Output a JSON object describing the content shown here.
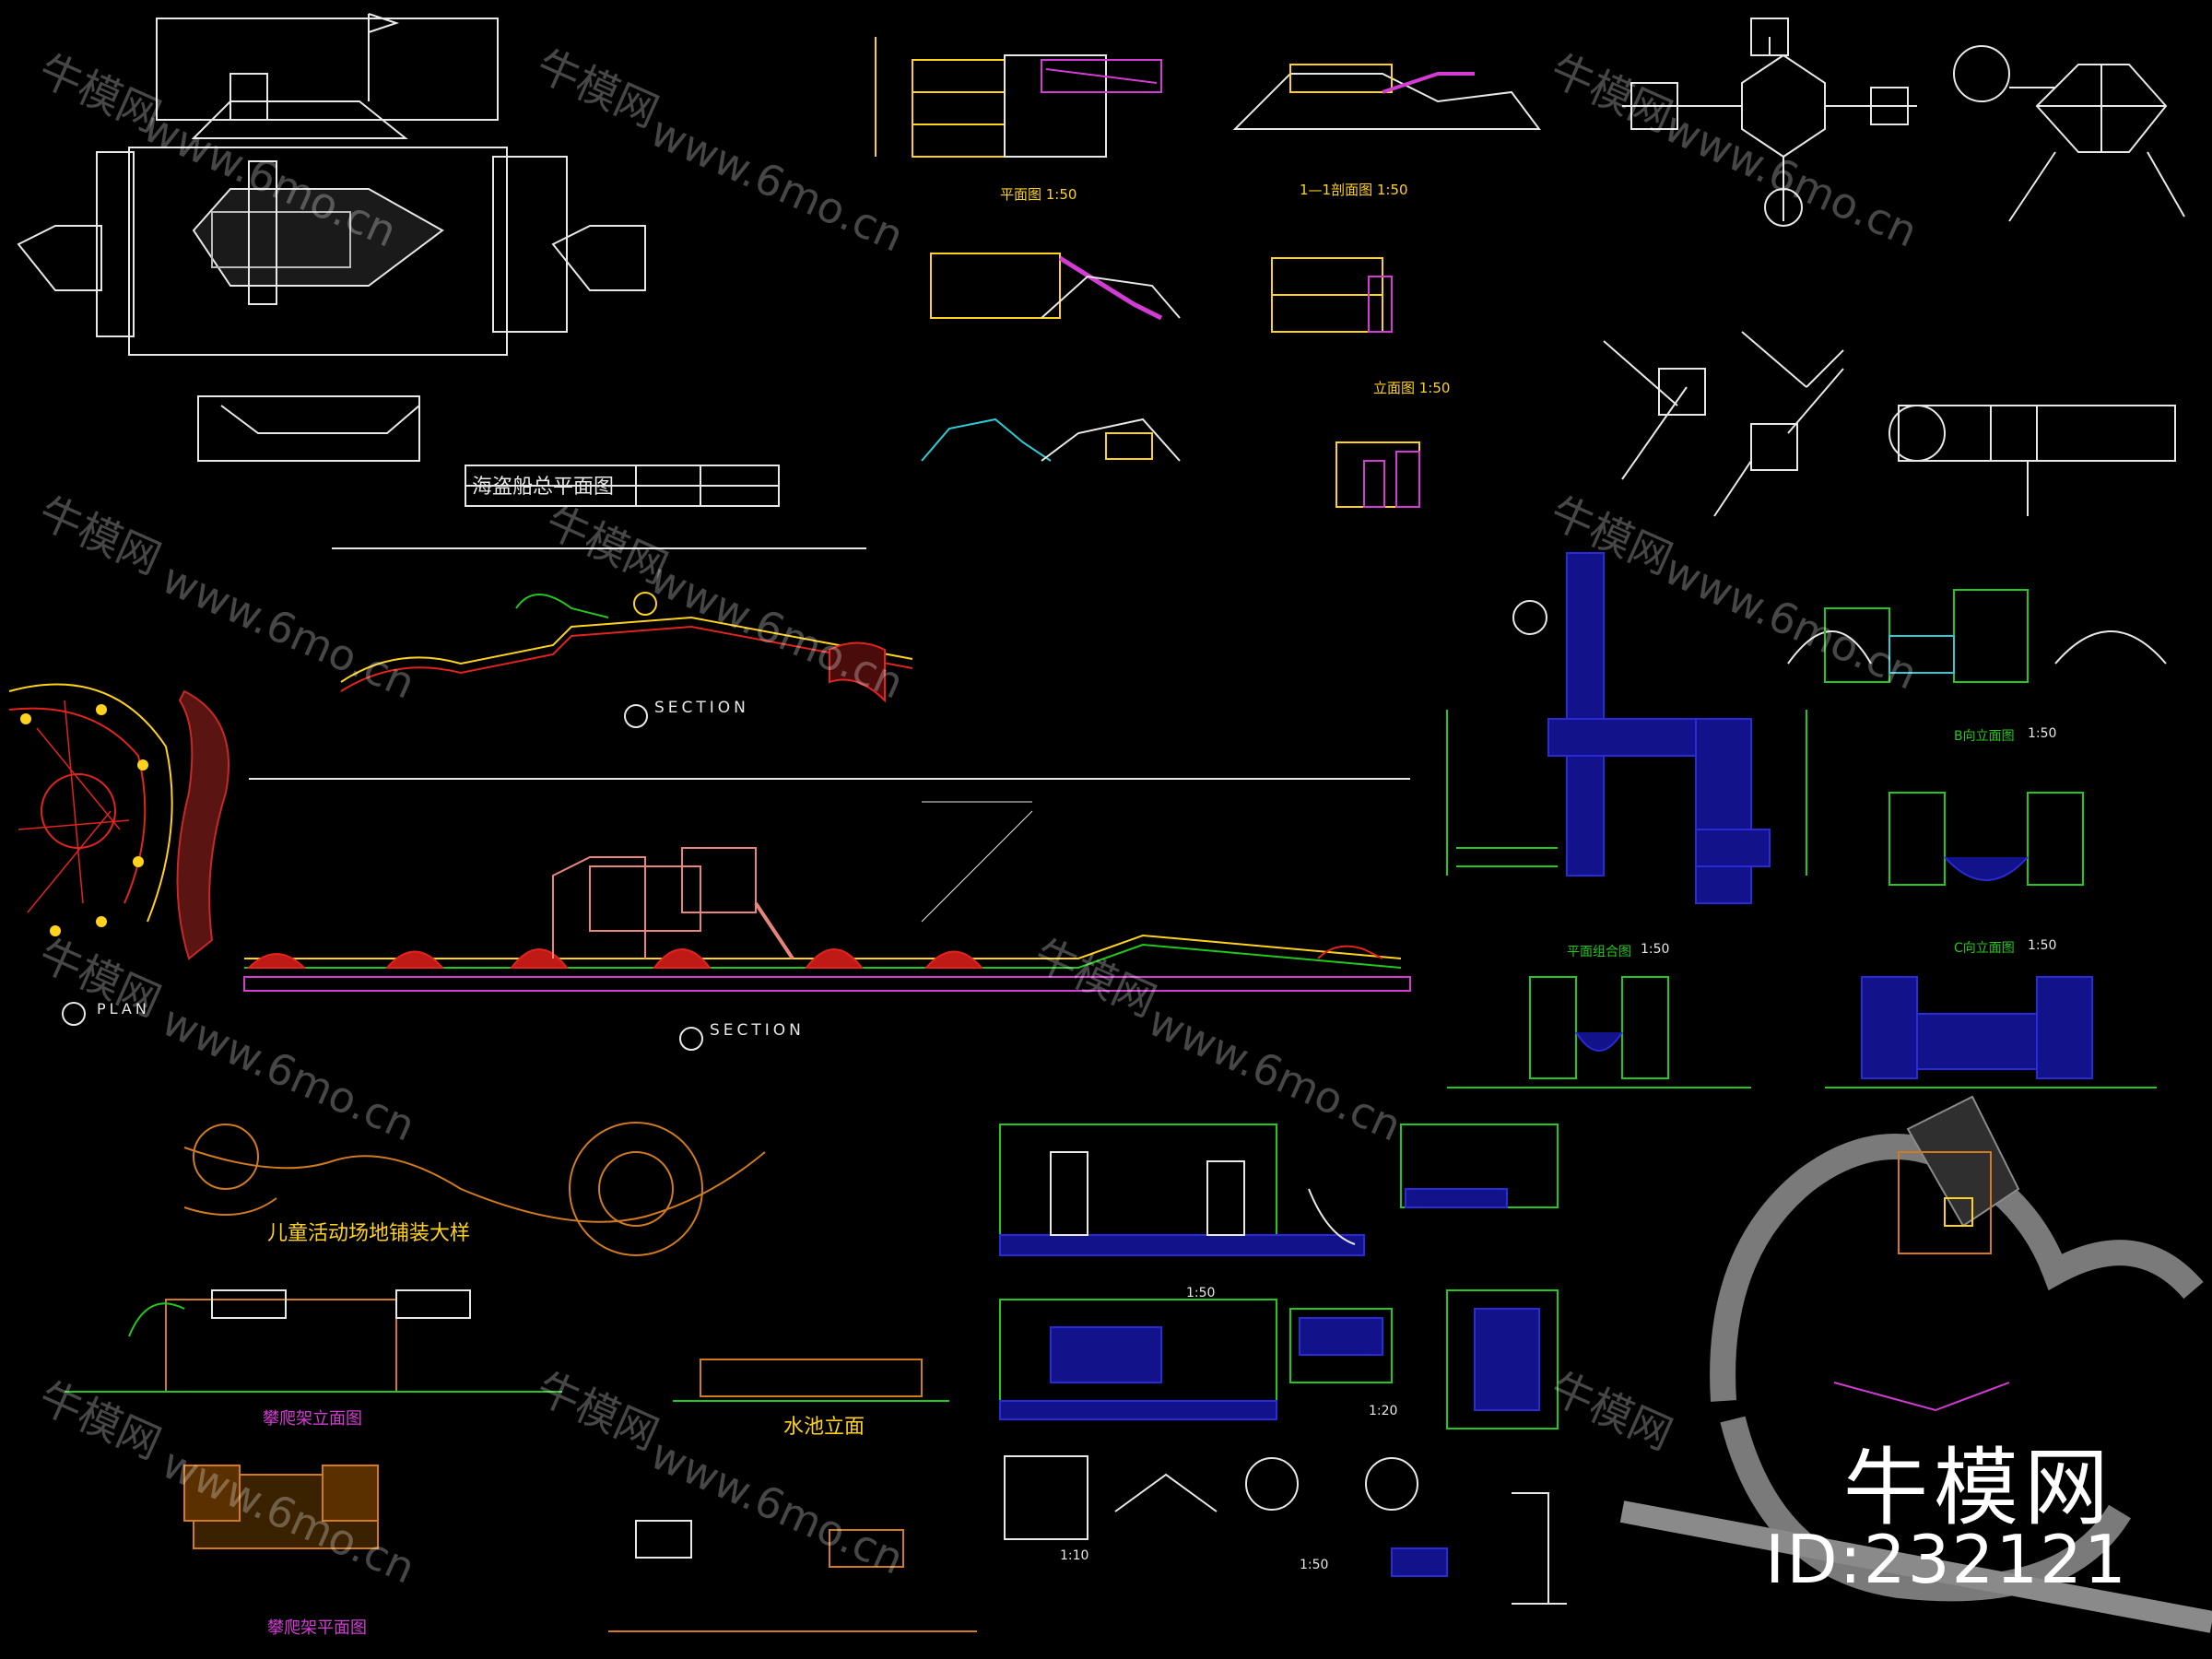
{
  "brand": {
    "name": "牛模网",
    "id_text": "ID:232121"
  },
  "watermark": {
    "cn": "牛模网",
    "url": "www.6mo.cn"
  },
  "labels": {
    "pirate_ship_title": "海盗船总平面图",
    "section_c": "SECTION",
    "section_b": "SECTION",
    "plan_a": "PLAN",
    "paving_title": "儿童活动场地铺装大样",
    "climb_elev": "攀爬架立面图",
    "pool_elev": "水池立面",
    "climb_plan": "攀爬架平面图",
    "plan_150": "平面图 1:50",
    "section_150": "1—1剖面图 1:50",
    "side_elev": "立面图 1:50",
    "b_elev": "B向立面图",
    "c_elev": "C向立面图",
    "plan_combo": "平面组合图",
    "scale_150": "1:50",
    "scale_110": "1:10",
    "scale_120": "1:20"
  },
  "colors": {
    "background": "#000000",
    "white": "#e8e8e8",
    "yellow": "#ffd21e",
    "magenta": "#d23cd2",
    "cyan": "#2ecbd6",
    "red": "#e0241e",
    "green": "#23c81e",
    "blue": "#2a2ad8",
    "orange": "#d07a22",
    "salmon": "#e8857a"
  }
}
